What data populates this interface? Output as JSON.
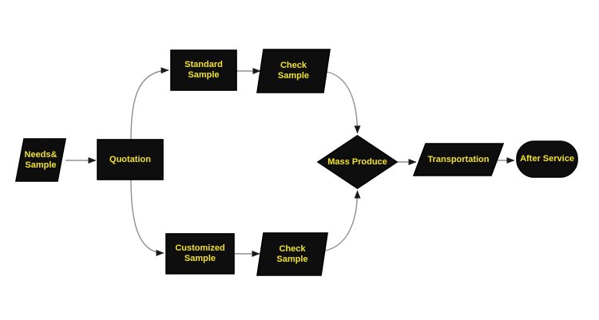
{
  "colors": {
    "background": "#ffffff",
    "node_fill": "#0e0e0e",
    "node_stroke": "#000000",
    "label_color": "#f0e130",
    "edge_color": "#909090",
    "arrow_color": "#1a1a1a"
  },
  "nodes": {
    "needs_sample": {
      "label": "Needs&\nSample",
      "shape": "parallelogram"
    },
    "quotation": {
      "label": "Quotation",
      "shape": "rectangle"
    },
    "standard_sample": {
      "label": "Standard\nSample",
      "shape": "rectangle"
    },
    "check_sample_top": {
      "label": "Check\nSample",
      "shape": "parallelogram"
    },
    "customized_sample": {
      "label": "Customized\nSample",
      "shape": "rectangle"
    },
    "check_sample_bottom": {
      "label": "Check\nSample",
      "shape": "parallelogram"
    },
    "mass_produce": {
      "label": "Mass Produce",
      "shape": "diamond"
    },
    "transportation": {
      "label": "Transportation",
      "shape": "parallelogram"
    },
    "after_service": {
      "label": "After Service",
      "shape": "terminator"
    }
  },
  "edges": [
    {
      "from": "needs_sample",
      "to": "quotation"
    },
    {
      "from": "quotation",
      "to": "standard_sample"
    },
    {
      "from": "standard_sample",
      "to": "check_sample_top"
    },
    {
      "from": "check_sample_top",
      "to": "mass_produce"
    },
    {
      "from": "quotation",
      "to": "customized_sample"
    },
    {
      "from": "customized_sample",
      "to": "check_sample_bottom"
    },
    {
      "from": "check_sample_bottom",
      "to": "mass_produce"
    },
    {
      "from": "mass_produce",
      "to": "transportation"
    },
    {
      "from": "transportation",
      "to": "after_service"
    }
  ]
}
